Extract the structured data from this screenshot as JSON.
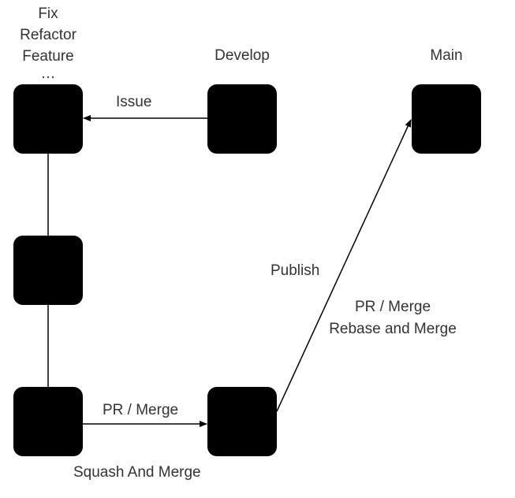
{
  "columns": {
    "feature": {
      "lines": [
        "Fix",
        "Refactor",
        "Feature",
        "…"
      ]
    },
    "develop": {
      "title": "Develop"
    },
    "main": {
      "title": "Main"
    }
  },
  "edges": {
    "issue": {
      "label": "Issue"
    },
    "feature_to_develop": {
      "label": "PR / Merge",
      "sublabel": "Squash And Merge"
    },
    "develop_to_main": {
      "label": "Publish",
      "label2": "PR / Merge",
      "sublabel": "Rebase and Merge"
    }
  },
  "colors": {
    "node": "#000000",
    "edge": "#000000",
    "text": "#333333"
  }
}
